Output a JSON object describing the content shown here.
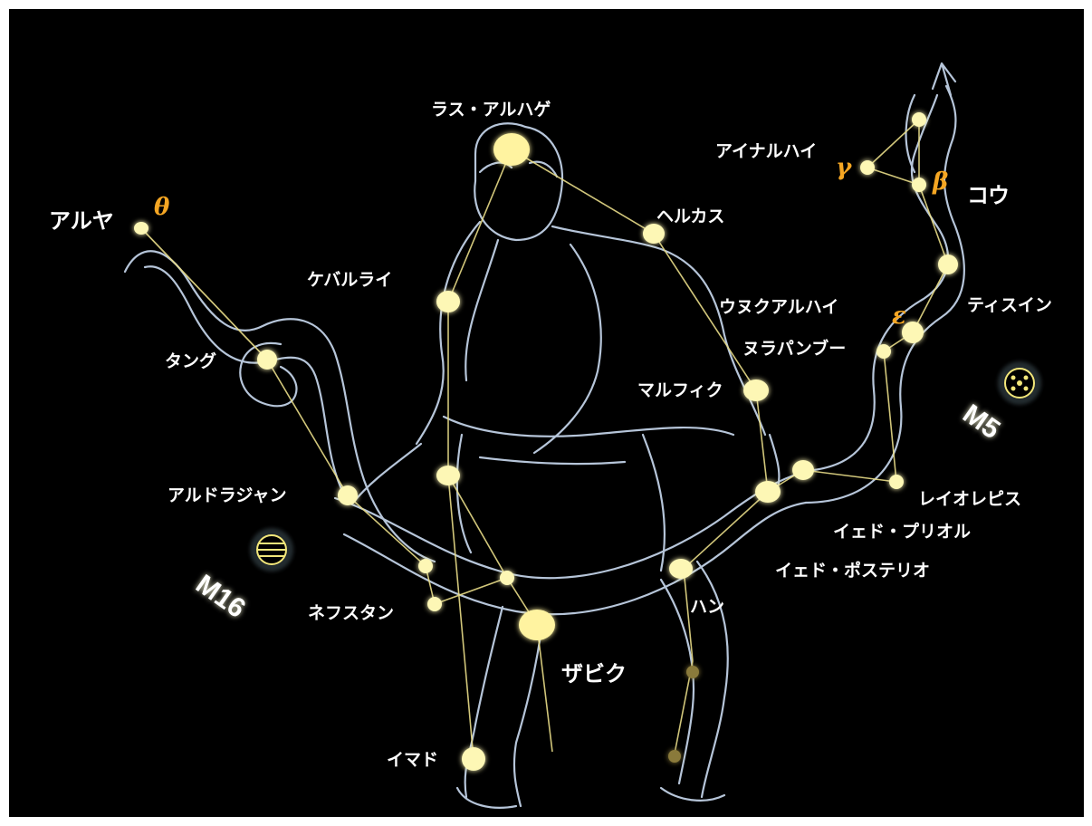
{
  "colors": {
    "background": "#000000",
    "star": "#fdf7b5",
    "star_bright": "#fff3a0",
    "line": "#e8dc88",
    "figure_outline": "#d6e8ff",
    "greek": "#f5a623"
  },
  "stars": {
    "rasalhague": "ラス・アルハゲ",
    "ainalhai": "アイナルハイ",
    "kou": "コウ",
    "aruya": "アルヤ",
    "herukasu": "ヘルカス",
    "kebarurai": "ケバルライ",
    "tisuin": "ティスイン",
    "unukalhai": "ウヌクアルハイ",
    "nurapanbu": "ヌラパンブー",
    "tangu": "タング",
    "marufiku": "マルフィク",
    "arudorajan": "アルドラジャン",
    "reioreps": "レイオレピス",
    "ied_prior": "イェド・プリオル",
    "ied_post": "イェド・ポステリオ",
    "nefusutan": "ネフスタン",
    "han": "ハン",
    "zabiku": "ザビク",
    "imado": "イマド"
  },
  "greek_letters": {
    "theta": "θ",
    "gamma": "γ",
    "beta": "β",
    "epsilon": "ε"
  },
  "clusters": {
    "m16": "M16",
    "m5": "M5"
  }
}
